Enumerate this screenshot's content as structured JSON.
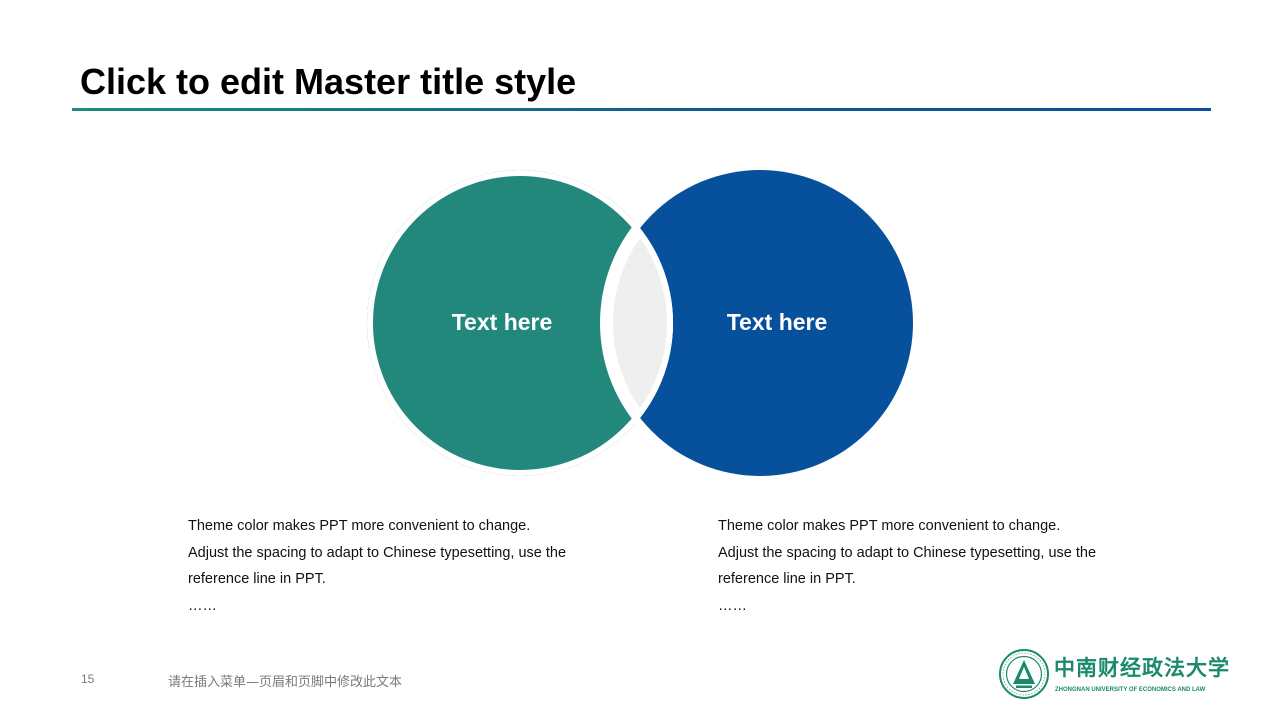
{
  "slide": {
    "title": "Click to edit Master title style"
  },
  "venn": {
    "left_label": "Text here",
    "right_label": "Text here",
    "colors": {
      "left_circle": "#23887c",
      "right_circle": "#06509c",
      "overlap": "#efefef"
    }
  },
  "descriptions": {
    "left": [
      "Theme color makes PPT more convenient to change.",
      "Adjust the spacing to adapt to Chinese typesetting, use the",
      "reference line in PPT.",
      "……"
    ],
    "right": [
      "Theme color makes PPT more convenient to change.",
      "Adjust the spacing to adapt to Chinese typesetting, use the",
      "reference line in PPT.",
      "……"
    ]
  },
  "footer": {
    "page_number": "15",
    "text": "请在插入菜单—页眉和页脚中修改此文本"
  },
  "logo": {
    "name_cn": "中南财经政法大学",
    "name_en": "ZHONGNAN UNIVERSITY OF ECONOMICS AND LAW",
    "color": "#1a8a6b"
  }
}
